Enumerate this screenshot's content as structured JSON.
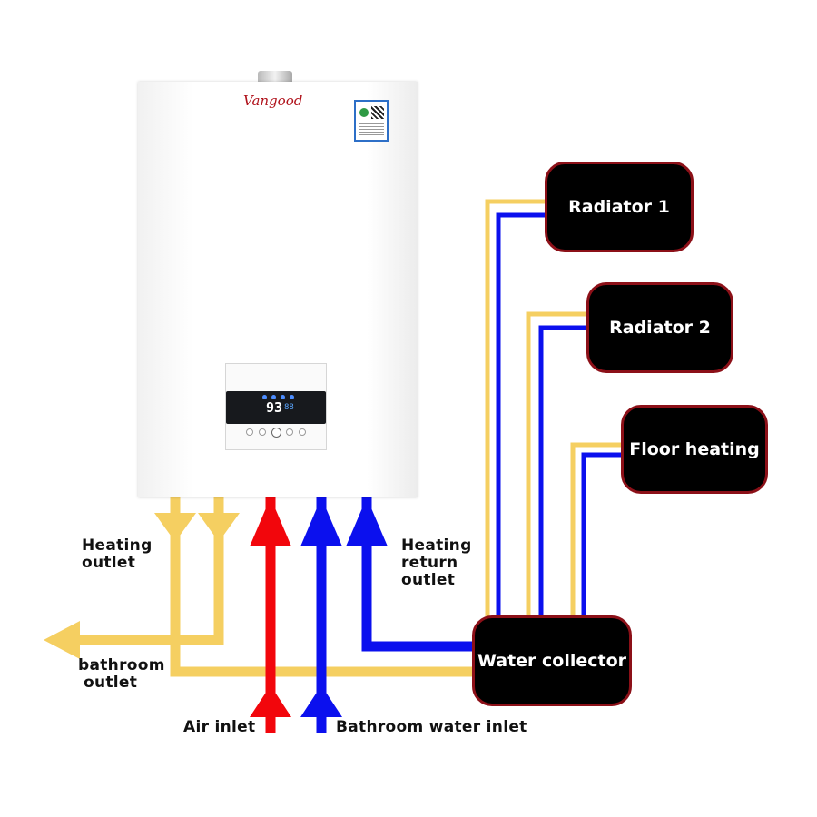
{
  "boiler": {
    "brand": "Vangood",
    "display_value": "93",
    "display_sub": "88"
  },
  "labels": {
    "heating_outlet": [
      "Heating",
      "outlet"
    ],
    "heating_return_outlet": [
      "Heating",
      "return",
      "outlet"
    ],
    "bathroom_outlet": [
      "bathroom",
      "outlet"
    ],
    "air_inlet": "Air inlet",
    "bathroom_water_inlet": "Bathroom water inlet"
  },
  "nodes": {
    "radiator_1": "Radiator 1",
    "radiator_2": "Radiator 2",
    "floor_heating": "Floor heating",
    "water_collector": "Water collector"
  },
  "colors": {
    "hot_pipe": "#f5cf61",
    "cold_pipe": "#0b10ee",
    "gas_pipe": "#f2060c",
    "node_border": "#8c1018",
    "node_fill": "#000000"
  }
}
